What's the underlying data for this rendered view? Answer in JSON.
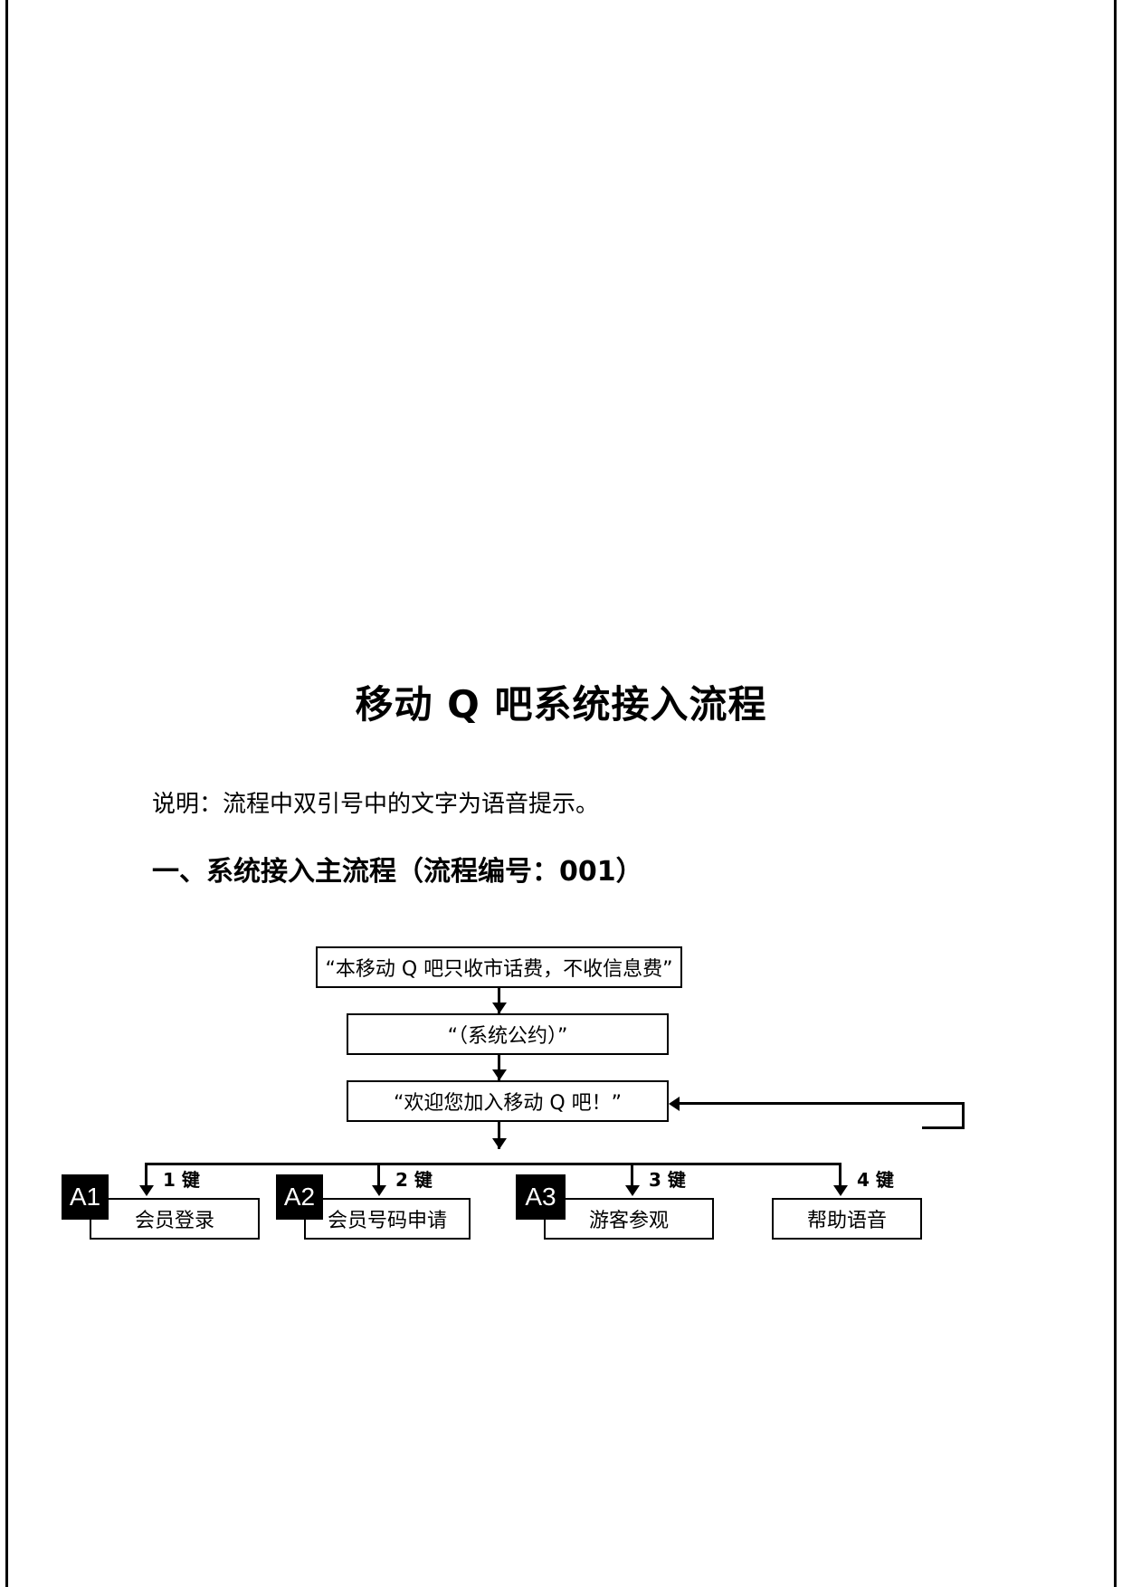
{
  "document": {
    "title": "移动 Q 吧系统接入流程",
    "note": "说明：流程中双引号中的文字为语音提示。",
    "section_heading": "一、系统接入主流程（流程编号：001）"
  },
  "flow": {
    "main_nodes": [
      {
        "id": "n1",
        "label": "“本移动 Q 吧只收市话费，不收信息费”"
      },
      {
        "id": "n2",
        "label": "“（系统公约）”"
      },
      {
        "id": "n3",
        "label": "“欢迎您加入移动 Q 吧！”"
      }
    ],
    "options": [
      {
        "badge": "A1",
        "key": "1 键",
        "label": "会员登录"
      },
      {
        "badge": "A2",
        "key": "2 键",
        "label": "会员号码申请"
      },
      {
        "badge": "A3",
        "key": "3 键",
        "label": "游客参观"
      },
      {
        "badge": "",
        "key": "4 键",
        "label": "帮助语音"
      }
    ]
  },
  "colors": {
    "ink": "#000000",
    "paper": "#ffffff",
    "badge_bg": "#000000",
    "badge_fg": "#ffffff"
  }
}
